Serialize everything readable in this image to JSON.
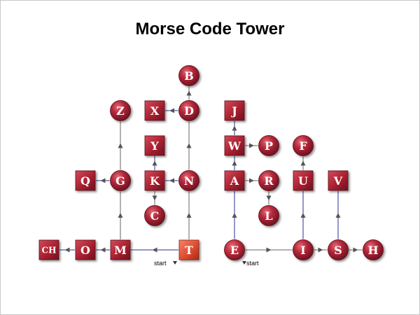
{
  "title": "Morse Code Tower",
  "start_label": "start",
  "colors": {
    "node": "#b3283a",
    "node_dark": "#7a1424",
    "start_node": "#e4573a",
    "dash_line": "#2a2f8c",
    "dot_line": "#666666"
  },
  "nodes": [
    {
      "id": "B",
      "label": "B",
      "shape": "circle"
    },
    {
      "id": "Z",
      "label": "Z",
      "shape": "circle"
    },
    {
      "id": "X",
      "label": "X",
      "shape": "square"
    },
    {
      "id": "D",
      "label": "D",
      "shape": "circle"
    },
    {
      "id": "J",
      "label": "J",
      "shape": "square"
    },
    {
      "id": "Y",
      "label": "Y",
      "shape": "square"
    },
    {
      "id": "W",
      "label": "W",
      "shape": "square"
    },
    {
      "id": "P",
      "label": "P",
      "shape": "circle"
    },
    {
      "id": "F",
      "label": "F",
      "shape": "circle"
    },
    {
      "id": "Q",
      "label": "Q",
      "shape": "square"
    },
    {
      "id": "G",
      "label": "G",
      "shape": "circle"
    },
    {
      "id": "K",
      "label": "K",
      "shape": "square"
    },
    {
      "id": "N",
      "label": "N",
      "shape": "circle"
    },
    {
      "id": "A",
      "label": "A",
      "shape": "square"
    },
    {
      "id": "R",
      "label": "R",
      "shape": "circle"
    },
    {
      "id": "U",
      "label": "U",
      "shape": "square"
    },
    {
      "id": "V",
      "label": "V",
      "shape": "square"
    },
    {
      "id": "C",
      "label": "C",
      "shape": "circle"
    },
    {
      "id": "L",
      "label": "L",
      "shape": "circle"
    },
    {
      "id": "CH",
      "label": "CH",
      "shape": "square"
    },
    {
      "id": "O",
      "label": "O",
      "shape": "square"
    },
    {
      "id": "M",
      "label": "M",
      "shape": "square"
    },
    {
      "id": "T",
      "label": "T",
      "shape": "square",
      "start": true
    },
    {
      "id": "E",
      "label": "E",
      "shape": "circle",
      "start": true
    },
    {
      "id": "I",
      "label": "I",
      "shape": "circle"
    },
    {
      "id": "S",
      "label": "S",
      "shape": "circle"
    },
    {
      "id": "H",
      "label": "H",
      "shape": "circle"
    }
  ],
  "edges": [
    {
      "from": "T",
      "to": "M",
      "kind": "dash"
    },
    {
      "from": "M",
      "to": "O",
      "kind": "dash"
    },
    {
      "from": "O",
      "to": "CH",
      "kind": "dash"
    },
    {
      "from": "M",
      "to": "G",
      "kind": "dot"
    },
    {
      "from": "G",
      "to": "Q",
      "kind": "dash"
    },
    {
      "from": "G",
      "to": "Z",
      "kind": "dot"
    },
    {
      "from": "T",
      "to": "N",
      "kind": "dot"
    },
    {
      "from": "N",
      "to": "K",
      "kind": "dash"
    },
    {
      "from": "K",
      "to": "Y",
      "kind": "dash"
    },
    {
      "from": "K",
      "to": "C",
      "kind": "dot"
    },
    {
      "from": "N",
      "to": "D",
      "kind": "dot"
    },
    {
      "from": "D",
      "to": "X",
      "kind": "dash"
    },
    {
      "from": "D",
      "to": "B",
      "kind": "dot"
    },
    {
      "from": "E",
      "to": "A",
      "kind": "dash"
    },
    {
      "from": "A",
      "to": "W",
      "kind": "dash"
    },
    {
      "from": "W",
      "to": "J",
      "kind": "dash"
    },
    {
      "from": "W",
      "to": "P",
      "kind": "dot"
    },
    {
      "from": "A",
      "to": "R",
      "kind": "dot"
    },
    {
      "from": "R",
      "to": "L",
      "kind": "dot"
    },
    {
      "from": "E",
      "to": "I",
      "kind": "dot"
    },
    {
      "from": "I",
      "to": "U",
      "kind": "dash"
    },
    {
      "from": "U",
      "to": "F",
      "kind": "dot"
    },
    {
      "from": "I",
      "to": "S",
      "kind": "dot"
    },
    {
      "from": "S",
      "to": "V",
      "kind": "dash"
    },
    {
      "from": "S",
      "to": "H",
      "kind": "dot"
    }
  ]
}
